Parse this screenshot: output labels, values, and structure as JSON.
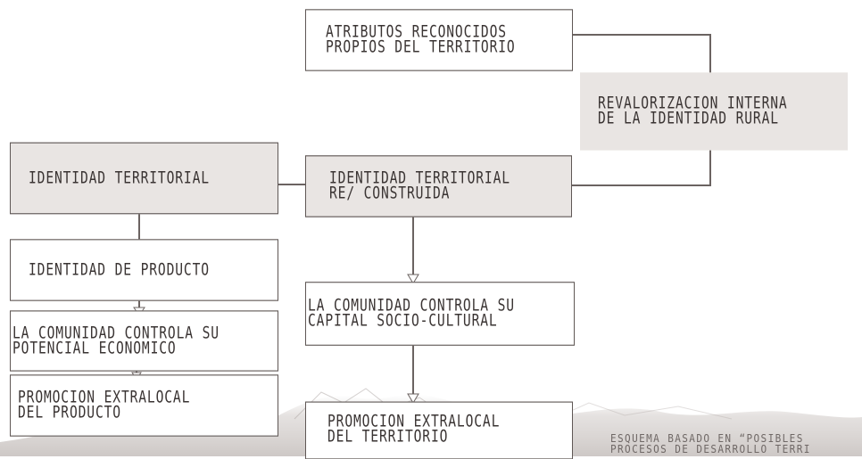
{
  "diagram": {
    "nodes": {
      "atributos": "ATRIBUTOS RECONOCIDOS\nPROPIOS DEL TERRITORIO",
      "revalorizacion": "REVALORIZACION INTERNA\nDE LA IDENTIDAD RURAL",
      "identidad_territorial": "IDENTIDAD TERRITORIAL",
      "identidad_reconstruida": "IDENTIDAD TERRITORIAL\nRE/ CONSTRUIDA",
      "identidad_producto": "IDENTIDAD DE PRODUCTO",
      "comunidad_potencial": "LA COMUNIDAD CONTROLA SU\nPOTENCIAL ECONOMICO",
      "comunidad_capital": "LA COMUNIDAD CONTROLA SU\nCAPITAL SOCIO-CULTURAL",
      "promocion_producto": "PROMOCION EXTRALOCAL\nDEL PRODUCTO",
      "promocion_territorio": "PROMOCION EXTRALOCAL\nDEL TERRITORIO"
    },
    "caption": "ESQUEMA BASADO EN “POSIBLES\nPROCESOS DE DESARROLLO TERRI",
    "colors": {
      "line": "#6b6361",
      "text": "#3a3433",
      "shaded_fill": "#e9e5e3"
    }
  }
}
